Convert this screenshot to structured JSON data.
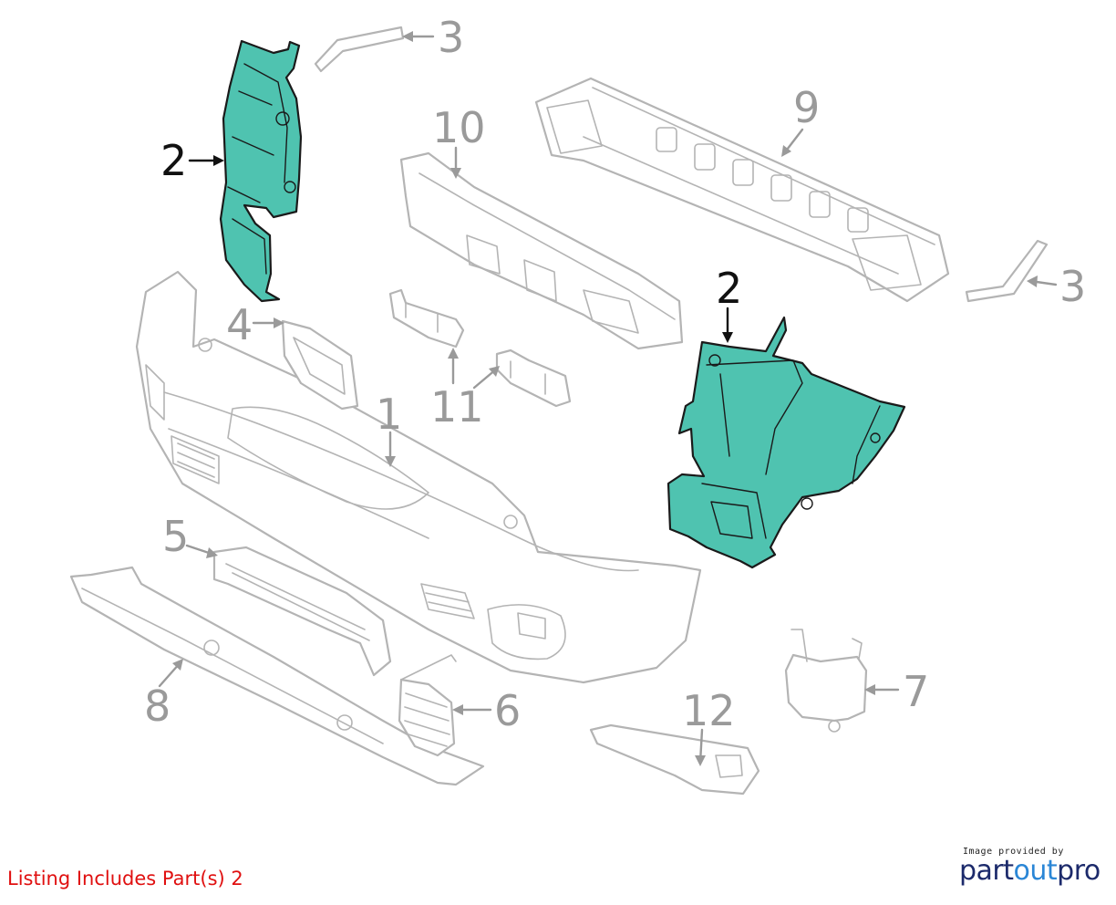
{
  "diagram": {
    "colors": {
      "highlight_fill": "#4fc3b0",
      "outline": "#b4b4b4",
      "highlight_outline": "#1a1a1a",
      "callout_gray": "#9a9a9a",
      "callout_black": "#111111",
      "note_red": "#e01010"
    },
    "callouts": [
      {
        "id": "c1",
        "label": "1",
        "highlighted": false
      },
      {
        "id": "c2a",
        "label": "2",
        "highlighted": true
      },
      {
        "id": "c2b",
        "label": "2",
        "highlighted": true
      },
      {
        "id": "c3a",
        "label": "3",
        "highlighted": false
      },
      {
        "id": "c3b",
        "label": "3",
        "highlighted": false
      },
      {
        "id": "c4",
        "label": "4",
        "highlighted": false
      },
      {
        "id": "c5",
        "label": "5",
        "highlighted": false
      },
      {
        "id": "c6",
        "label": "6",
        "highlighted": false
      },
      {
        "id": "c7",
        "label": "7",
        "highlighted": false
      },
      {
        "id": "c8",
        "label": "8",
        "highlighted": false
      },
      {
        "id": "c9",
        "label": "9",
        "highlighted": false
      },
      {
        "id": "c10",
        "label": "10",
        "highlighted": false
      },
      {
        "id": "c11",
        "label": "11",
        "highlighted": false
      },
      {
        "id": "c12",
        "label": "12",
        "highlighted": false
      }
    ]
  },
  "listing_note": "Listing Includes Part(s) 2",
  "credit": {
    "caption": "Image provided by",
    "brand_part1": "part",
    "brand_part2": "out",
    "brand_part3": "pro"
  }
}
